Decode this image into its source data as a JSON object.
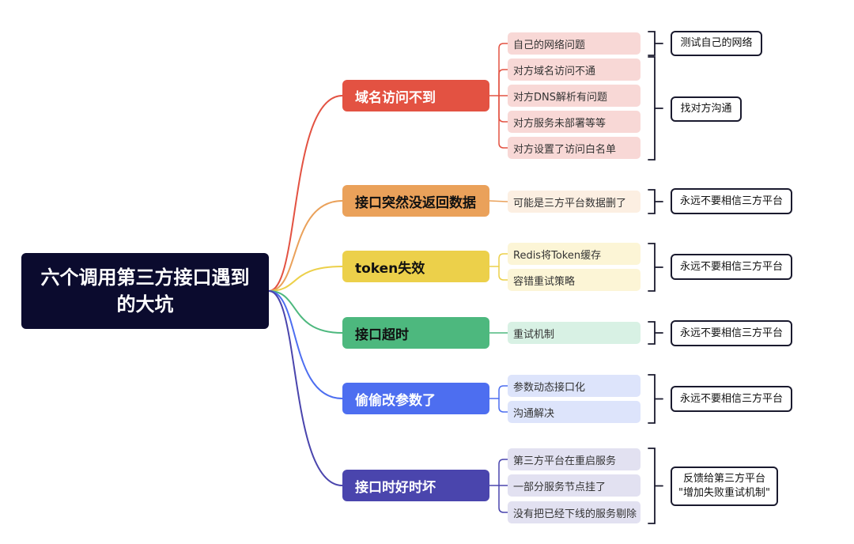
{
  "root": {
    "label": "六个调用第三方接口遇到的大坑"
  },
  "branches": [
    {
      "label": "域名访问不到",
      "color": "#e35242",
      "leaf_bg": "#f8d8d6",
      "items": [
        "自己的网络问题",
        "对方域名访问不通",
        "对方DNS解析有问题",
        "对方服务未部署等等",
        "对方设置了访问白名单"
      ],
      "summaries": [
        {
          "text": "测试自己的网络"
        },
        {
          "text": "找对方沟通"
        }
      ]
    },
    {
      "label": "接口突然没返回数据",
      "color": "#eaa15a",
      "leaf_bg": "#fcefe2",
      "items": [
        "可能是三方平台数据删了"
      ],
      "summaries": [
        {
          "text": "永远不要相信三方平台"
        }
      ]
    },
    {
      "label": "token失效",
      "color": "#ecd04a",
      "leaf_bg": "#fcf5d6",
      "items": [
        "Redis将Token缓存",
        "容错重试策略"
      ],
      "summaries": [
        {
          "text": "永远不要相信三方平台"
        }
      ]
    },
    {
      "label": "接口超时",
      "color": "#4db87e",
      "leaf_bg": "#d8f1e4",
      "items": [
        "重试机制"
      ],
      "summaries": [
        {
          "text": "永远不要相信三方平台"
        }
      ]
    },
    {
      "label": "偷偷改参数了",
      "color": "#4d6ef0",
      "leaf_bg": "#dde4fb",
      "items": [
        "参数动态接口化",
        "沟通解决"
      ],
      "summaries": [
        {
          "text": "永远不要相信三方平台"
        }
      ]
    },
    {
      "label": "接口时好时坏",
      "color": "#4a45ad",
      "leaf_bg": "#e2e1f1",
      "items": [
        "第三方平台在重启服务",
        "一部分服务节点挂了",
        "没有把已经下线的服务剔除"
      ],
      "summaries": [
        {
          "text": "反馈给第三方平台\n\"增加失败重试机制\""
        }
      ]
    }
  ]
}
